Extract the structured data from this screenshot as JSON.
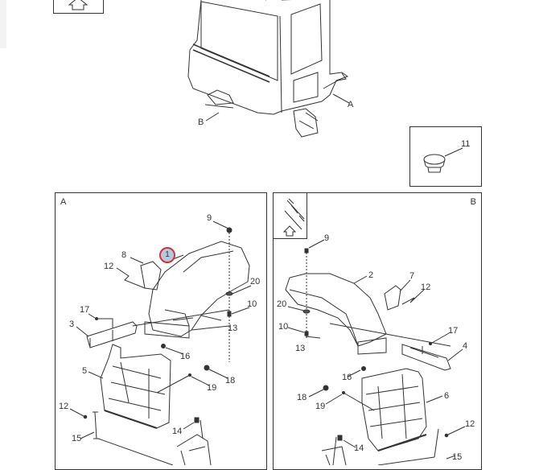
{
  "top_view": {
    "callouts": {
      "a": "A",
      "b": "B"
    },
    "detail_box": {
      "callout": "11"
    }
  },
  "panel_a": {
    "title": "A",
    "highlighted_callout": "1",
    "callouts": [
      "9",
      "8",
      "12",
      "20",
      "10",
      "17",
      "3",
      "13",
      "16",
      "5",
      "18",
      "19",
      "12",
      "14",
      "15"
    ]
  },
  "panel_b": {
    "title": "B",
    "callouts": [
      "9",
      "2",
      "7",
      "12",
      "20",
      "10",
      "13",
      "17",
      "4",
      "16",
      "18",
      "19",
      "6",
      "12",
      "14",
      "15"
    ]
  },
  "colors": {
    "highlight_ring": "#d0343c",
    "highlight_fill": "#b8c8dc"
  }
}
